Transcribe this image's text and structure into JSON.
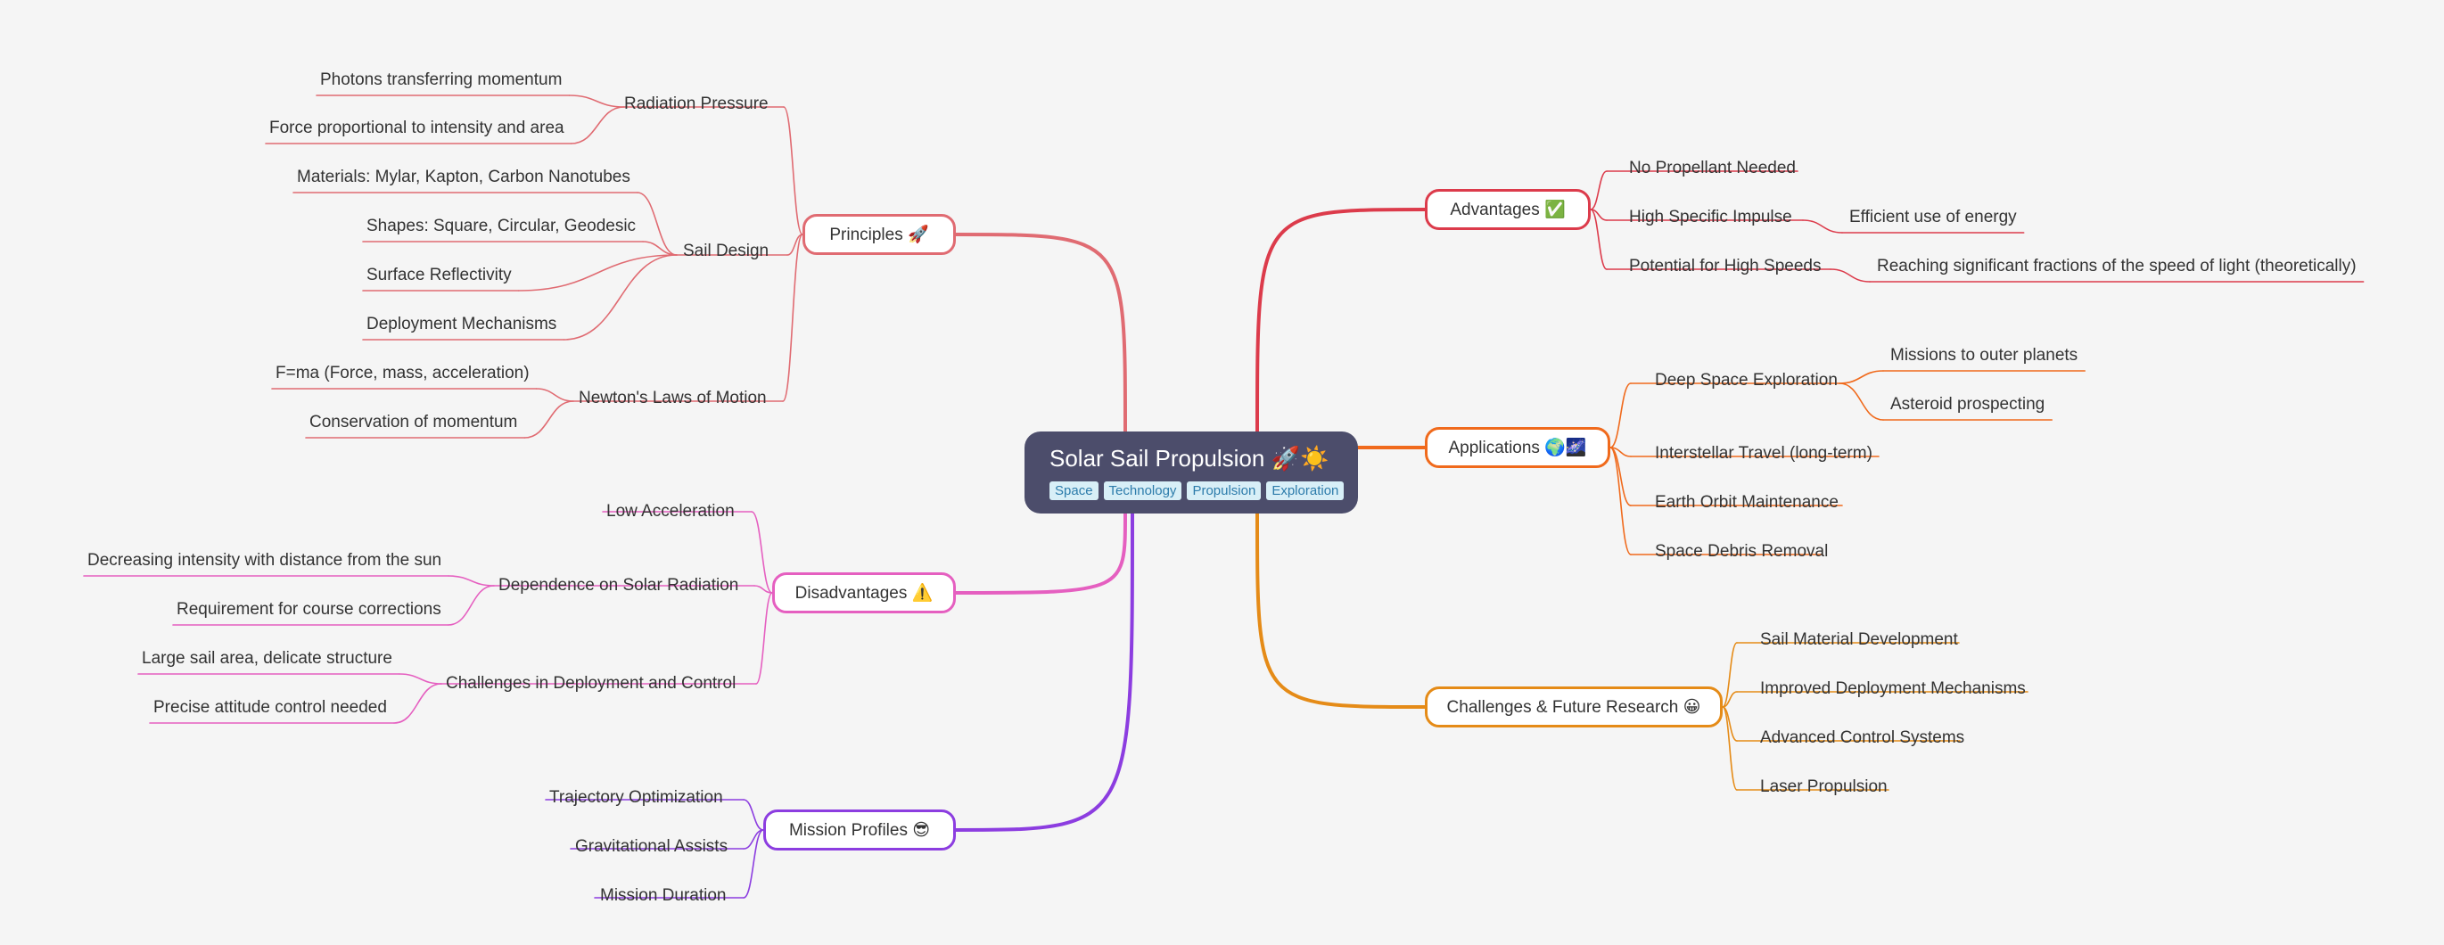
{
  "root": {
    "title": "Solar Sail Propulsion 🚀☀️",
    "tags": [
      "Space",
      "Technology",
      "Propulsion",
      "Exploration"
    ]
  },
  "branches": [
    {
      "key": "principles",
      "label": "Principles 🚀",
      "color": "#e06b72",
      "children": [
        {
          "label": "Radiation Pressure",
          "children": [
            {
              "label": "Photons transferring momentum"
            },
            {
              "label": "Force proportional to intensity and area"
            }
          ]
        },
        {
          "label": "Sail Design",
          "children": [
            {
              "label": "Materials: Mylar, Kapton, Carbon Nanotubes"
            },
            {
              "label": "Shapes: Square, Circular, Geodesic"
            },
            {
              "label": "Surface Reflectivity"
            },
            {
              "label": "Deployment Mechanisms"
            }
          ]
        },
        {
          "label": "Newton's Laws of Motion",
          "children": [
            {
              "label": "F=ma (Force, mass, acceleration)"
            },
            {
              "label": "Conservation of momentum"
            }
          ]
        }
      ]
    },
    {
      "key": "disadvantages",
      "label": "Disadvantages ⚠️",
      "color": "#e55fc0",
      "children": [
        {
          "label": "Low Acceleration"
        },
        {
          "label": "Dependence on Solar Radiation",
          "children": [
            {
              "label": "Decreasing intensity with distance from the sun"
            },
            {
              "label": "Requirement for course corrections"
            }
          ]
        },
        {
          "label": "Challenges in Deployment and Control",
          "children": [
            {
              "label": "Large sail area, delicate structure"
            },
            {
              "label": "Precise attitude control needed"
            }
          ]
        }
      ]
    },
    {
      "key": "mission",
      "label": "Mission Profiles 😎",
      "color": "#8c3de0",
      "children": [
        {
          "label": "Trajectory Optimization"
        },
        {
          "label": "Gravitational Assists"
        },
        {
          "label": "Mission Duration"
        }
      ]
    },
    {
      "key": "advantages",
      "label": "Advantages ✅",
      "color": "#dc3b4b",
      "children": [
        {
          "label": "No Propellant Needed"
        },
        {
          "label": "High Specific Impulse",
          "children": [
            {
              "label": "Efficient use of energy"
            }
          ]
        },
        {
          "label": "Potential for High Speeds",
          "children": [
            {
              "label": "Reaching significant fractions of the speed of light (theoretically)"
            }
          ]
        }
      ]
    },
    {
      "key": "applications",
      "label": "Applications 🌍🌌",
      "color": "#f06a1c",
      "children": [
        {
          "label": "Deep Space Exploration",
          "children": [
            {
              "label": "Missions to outer planets"
            },
            {
              "label": "Asteroid prospecting"
            }
          ]
        },
        {
          "label": "Interstellar Travel (long-term)"
        },
        {
          "label": "Earth Orbit Maintenance"
        },
        {
          "label": "Space Debris Removal"
        }
      ]
    },
    {
      "key": "challenges",
      "label": "Challenges & Future Research 😀",
      "color": "#e58b17",
      "children": [
        {
          "label": "Sail Material Development"
        },
        {
          "label": "Improved Deployment Mechanisms"
        },
        {
          "label": "Advanced Control Systems"
        },
        {
          "label": "Laser Propulsion"
        }
      ]
    }
  ]
}
